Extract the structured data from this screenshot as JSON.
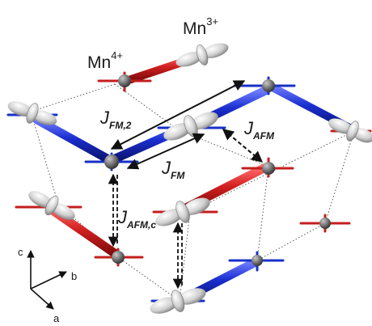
{
  "ions": {
    "mn4": {
      "base": "Mn",
      "charge": "4+"
    },
    "mn3": {
      "base": "Mn",
      "charge": "3+"
    }
  },
  "couplings": [
    {
      "id": "fm2",
      "symbol": "J",
      "subscript": "FM,2"
    },
    {
      "id": "fm",
      "symbol": "J",
      "subscript": "FM"
    },
    {
      "id": "afm",
      "symbol": "J",
      "subscript": "AFM"
    },
    {
      "id": "afmc",
      "symbol": "J",
      "subscript": "AFM,c"
    }
  ],
  "axes": {
    "c": "c",
    "b": "b",
    "a": "a"
  },
  "colors": {
    "bond_red": "#c41e1e",
    "bond_blue": "#1730c9",
    "orbital": "#d8d8d8",
    "atom": "#6e6e6e",
    "cell_line": "#555555",
    "arrow": "#111111"
  }
}
